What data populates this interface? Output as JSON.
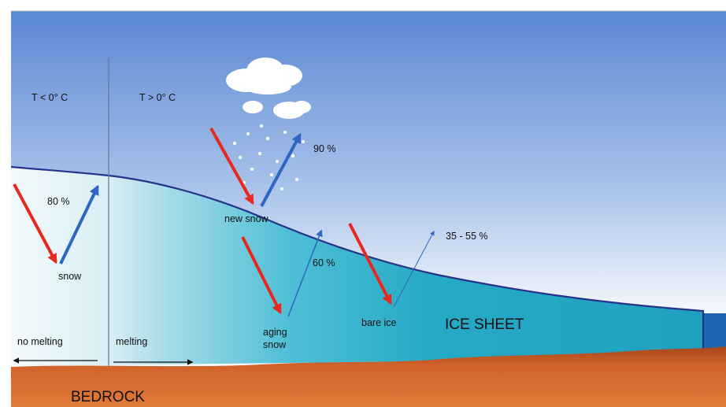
{
  "labels": {
    "temp_cold": "T < 0° C",
    "temp_warm": "T > 0° C",
    "pct_snow": "80 %",
    "snow": "snow",
    "pct_new_snow": "90 %",
    "new_snow": "new snow",
    "pct_aging": "60 %",
    "aging_snow_line1": "aging",
    "aging_snow_line2": "snow",
    "bare_ice": "bare ice",
    "pct_bare_ice": "35 - 55 %",
    "ice_sheet": "ICE SHEET",
    "no_melting": "no melting",
    "melting": "melting",
    "bedrock": "BEDROCK"
  },
  "colors": {
    "sky_top": "#5a8ad6",
    "sky_bottom": "#ffffff",
    "ice_light": "#eaf6fa",
    "ice_dark": "#1fa2c0",
    "bedrock": "#c45a1e",
    "incoming_arrow": "#e8281e",
    "reflected_arrow": "#2f66c2",
    "surface_line": "#26338a"
  }
}
